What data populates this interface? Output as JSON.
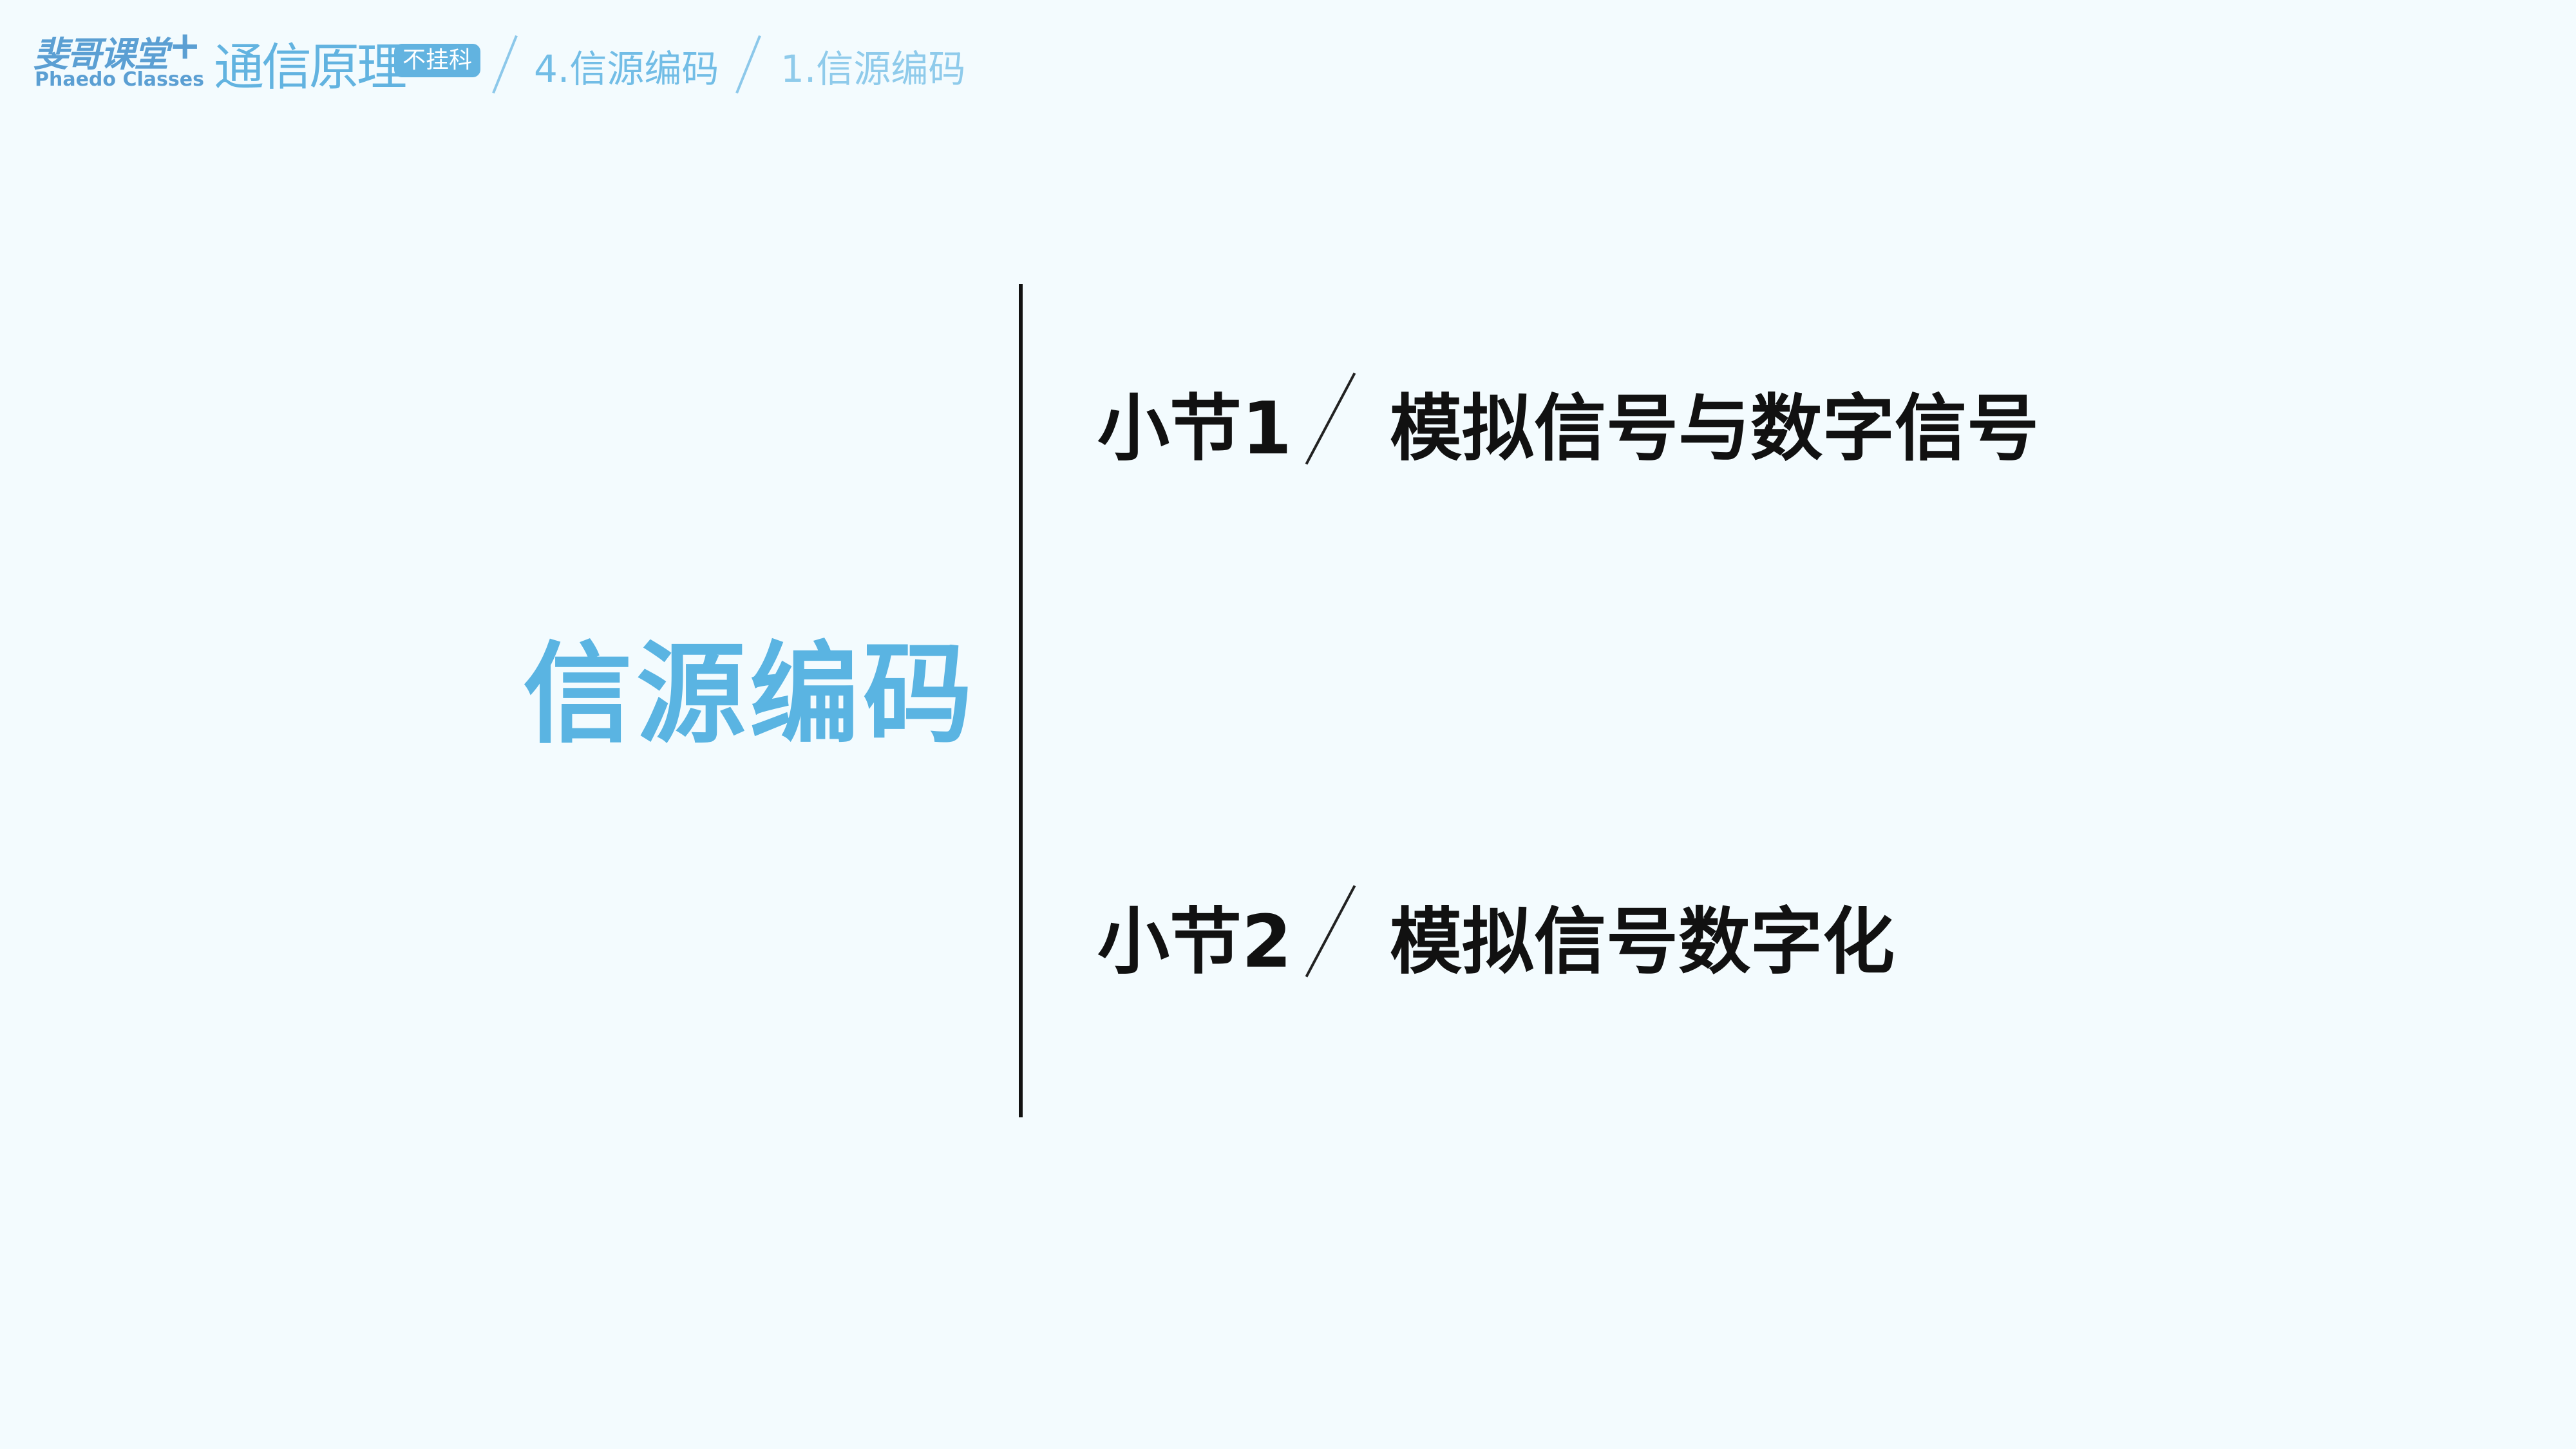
{
  "header": {
    "logo_cn": "斐哥课堂",
    "logo_plus": "+",
    "logo_en": "Phaedo Classes",
    "course_title": "通信原理",
    "course_badge": "不挂科",
    "breadcrumb": [
      "4.信源编码",
      "1.信源编码"
    ]
  },
  "main": {
    "title": "信源编码",
    "sections": [
      {
        "label": "小节1",
        "title": "模拟信号与数字信号"
      },
      {
        "label": "小节2",
        "title": "模拟信号数字化"
      }
    ]
  },
  "colors": {
    "background": "#f3fbfe",
    "accent": "#5ab4e2",
    "text": "#111111"
  }
}
